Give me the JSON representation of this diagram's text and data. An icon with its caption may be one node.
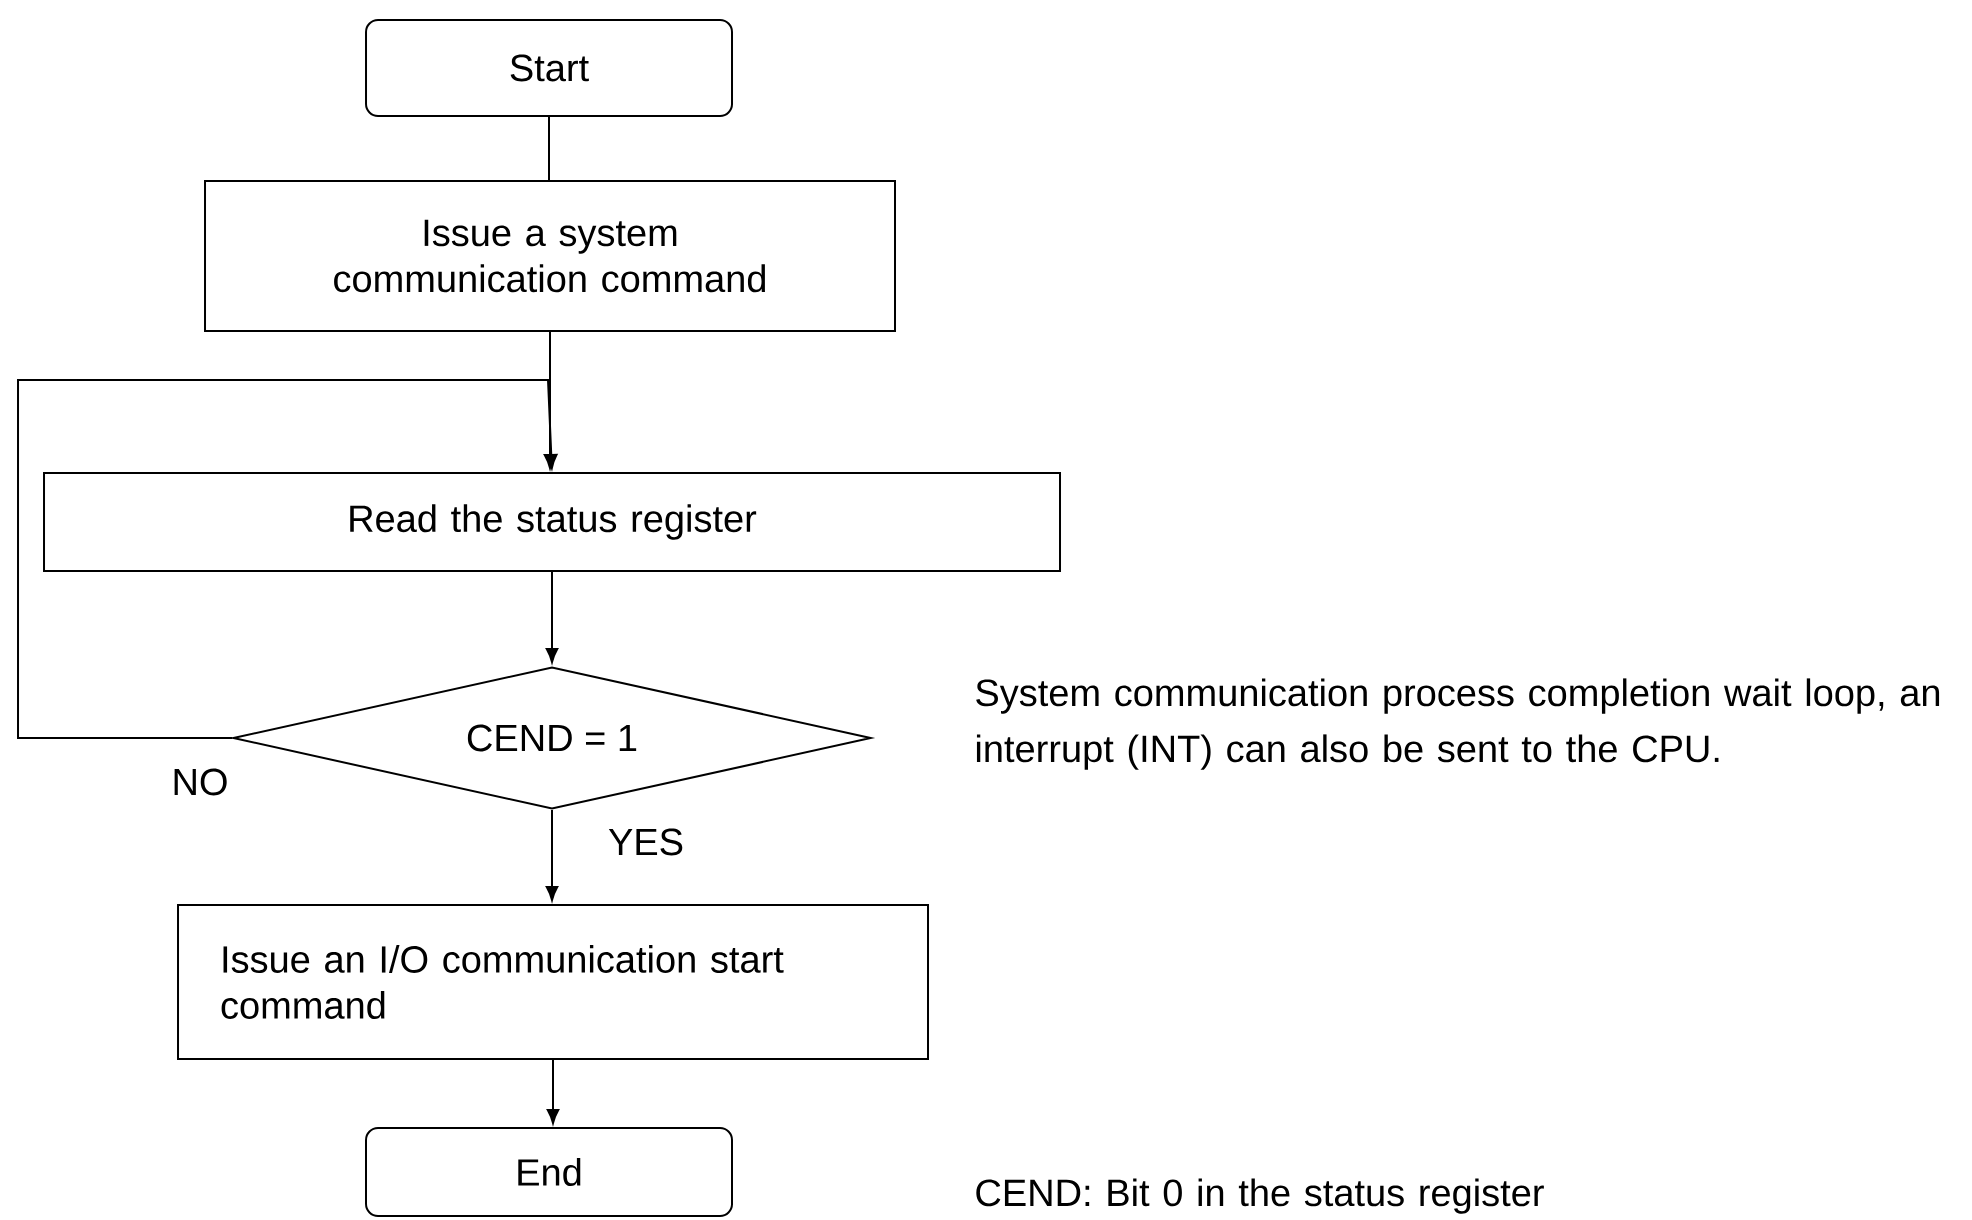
{
  "diagram": {
    "nodes": [
      {
        "text": [
          "Start"
        ]
      },
      {
        "text": [
          "Issue a system communication command"
        ]
      },
      {
        "text": [
          "Read the status register"
        ]
      },
      {
        "text": [
          "CEND = 1"
        ]
      },
      {
        "text": [
          "Issue an I/O communication start command"
        ]
      },
      {
        "text": [
          "End"
        ]
      }
    ],
    "edges": [
      {
        "from": 0,
        "to": 1,
        "arrow": "none"
      },
      {
        "from": 1,
        "to": 2,
        "arrow": "to"
      },
      {
        "from": 2,
        "to": 3,
        "arrow": "to"
      },
      {
        "from": 3,
        "to": 2,
        "arrow": "to",
        "label": "NO"
      },
      {
        "from": 3,
        "to": 4,
        "arrow": "to",
        "label": "YES"
      },
      {
        "from": 4,
        "to": 5,
        "arrow": "to"
      }
    ],
    "labels": [
      "System communication process completion wait loop, an interrupt (INT) can also be sent to the CPU.",
      "CEND: Bit 0 in the status register"
    ]
  }
}
